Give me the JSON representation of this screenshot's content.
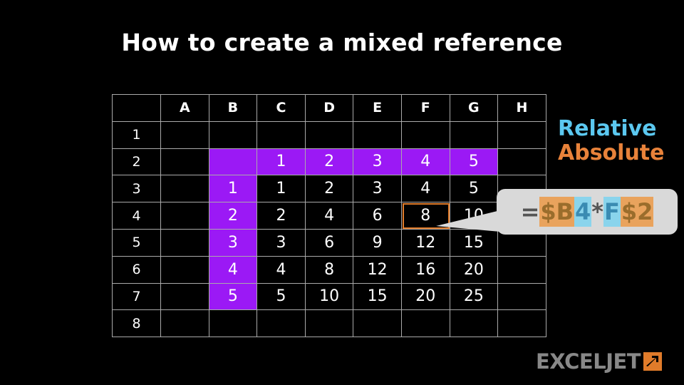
{
  "title": "How to create a mixed reference",
  "grid": {
    "columns": [
      "A",
      "B",
      "C",
      "D",
      "E",
      "F",
      "G",
      "H"
    ],
    "rows": [
      "1",
      "2",
      "3",
      "4",
      "5",
      "6",
      "7",
      "8"
    ],
    "cells": {
      "2": {
        "C": "1",
        "D": "2",
        "E": "3",
        "F": "4",
        "G": "5"
      },
      "3": {
        "B": "1",
        "C": "1",
        "D": "2",
        "E": "3",
        "F": "4",
        "G": "5"
      },
      "4": {
        "B": "2",
        "C": "2",
        "D": "4",
        "E": "6",
        "F": "8",
        "G": "10"
      },
      "5": {
        "B": "3",
        "C": "3",
        "D": "6",
        "E": "9",
        "F": "12",
        "G": "15"
      },
      "6": {
        "B": "4",
        "C": "4",
        "D": "8",
        "E": "12",
        "F": "16",
        "G": "20"
      },
      "7": {
        "B": "5",
        "C": "5",
        "D": "10",
        "E": "15",
        "F": "20",
        "G": "25"
      }
    },
    "selected_cell": "F4"
  },
  "legend": {
    "relative": "Relative",
    "absolute": "Absolute",
    "relative_color": "#5bc8f0",
    "absolute_color": "#e8823a"
  },
  "formula": {
    "eq": "=",
    "s1": "$B",
    "s2": "4",
    "s3": "*",
    "s4": "F",
    "s5": "$2"
  },
  "logo": {
    "text": "EXCELJET"
  },
  "colors": {
    "highlight": "#9b19f5",
    "selection": "#e07b2a"
  }
}
